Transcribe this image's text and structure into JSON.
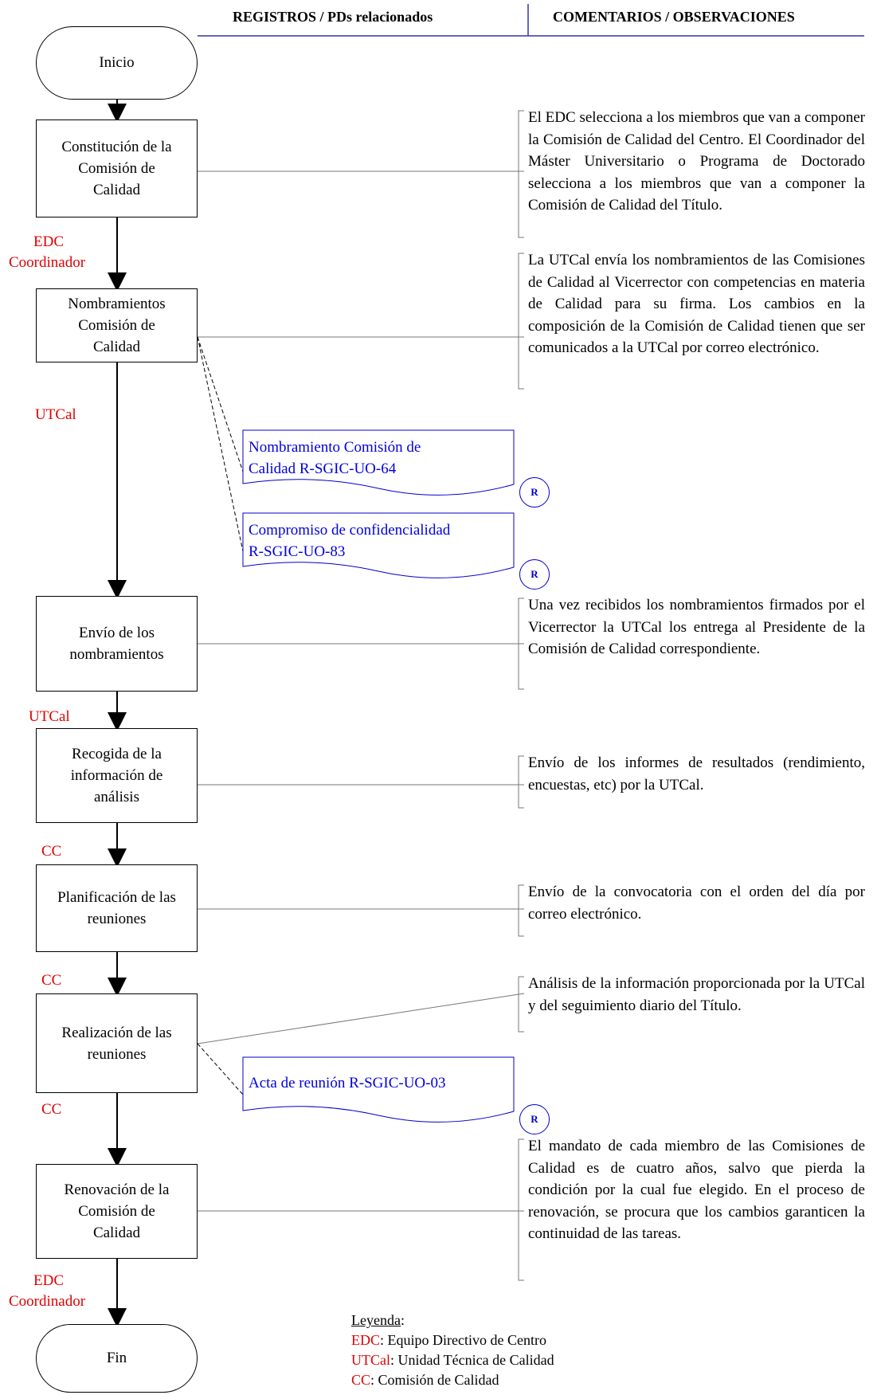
{
  "header": {
    "records": "REGISTROS / PDs relacionados",
    "comments": "COMENTARIOS / OBSERVACIONES"
  },
  "start": "Inicio",
  "end": "Fin",
  "steps": [
    {
      "l1": "Constitución de la",
      "l2": "Comisión de",
      "l3": "Calidad"
    },
    {
      "l1": "Nombramientos",
      "l2": "Comisión de",
      "l3": "Calidad"
    },
    {
      "l1": "Envío de los",
      "l2": "nombramientos"
    },
    {
      "l1": "Recogida de la",
      "l2": "información de",
      "l3": "análisis"
    },
    {
      "l1": "Planificación de las",
      "l2": "reuniones"
    },
    {
      "l1": "Realización de las",
      "l2": "reuniones"
    },
    {
      "l1": "Renovación de la",
      "l2": "Comisión de",
      "l3": "Calidad"
    }
  ],
  "roles": [
    "EDC",
    "Coordinador",
    "UTCal",
    "UTCal",
    "CC",
    "CC",
    "CC",
    "EDC",
    "Coordinador"
  ],
  "comments": [
    "El EDC selecciona a los miembros que van a componer la Comisión de Calidad del Centro. El Coordinador del Máster Universitario o Programa de Doctorado selecciona a los miembros que van a componer la Comisión de Calidad del Título.",
    "La UTCal envía los nombramientos de las Comisiones de Calidad al Vicerrector con competencias en materia de Calidad para su firma. Los cambios en la composición de la Comisión de Calidad tienen que ser comunicados a la UTCal por correo electrónico.",
    "Una vez recibidos los nombramientos firmados por el Vicerrector la UTCal los entrega al Presidente de la Comisión de Calidad correspondiente.",
    "Envío de los informes de resultados (rendimiento, encuestas, etc) por la UTCal.",
    "Envío de la convocatoria con el orden del día por correo electrónico.",
    "Análisis de la información proporcionada por la UTCal y del seguimiento diario del Título.",
    "El mandato de cada miembro de las Comisiones de Calidad es de cuatro años, salvo que pierda la condición por la cual fue elegido. En el proceso de renovación, se procura que los cambios garanticen la continuidad de las tareas."
  ],
  "records": [
    {
      "l1": "Nombramiento Comisión de",
      "l2": "Calidad R-SGIC-UO-64",
      "badge": "R"
    },
    {
      "l1": "Compromiso de confidencialidad",
      "l2": "R-SGIC-UO-83",
      "badge": "R"
    },
    {
      "l1": "Acta de reunión R-SGIC-UO-03",
      "badge": "R"
    }
  ],
  "legend": {
    "title": "Leyenda",
    "items": [
      {
        "abbr": "EDC",
        "text": ": Equipo Directivo de Centro"
      },
      {
        "abbr": "UTCal",
        "text": ": Unidad Técnica de Calidad"
      },
      {
        "abbr": "CC",
        "text": ": Comisión de Calidad"
      }
    ]
  },
  "colors": {
    "role": "#e00000",
    "record": "#0000e0",
    "header_rule": "#3333aa"
  }
}
